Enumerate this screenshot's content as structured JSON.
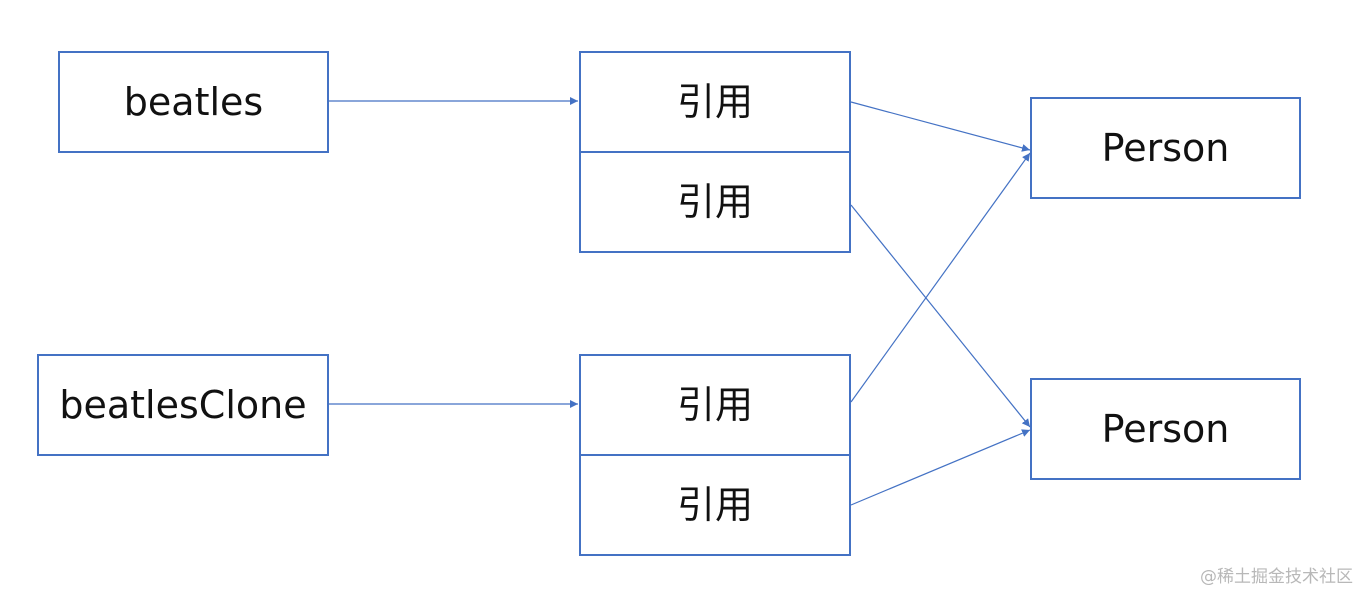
{
  "diagram": {
    "accent_color": "#4472c4",
    "nodes": {
      "beatles": "beatles",
      "beatles_clone": "beatlesClone",
      "ref_a1": "引用",
      "ref_a2": "引用",
      "ref_b1": "引用",
      "ref_b2": "引用",
      "person_top": "Person",
      "person_bottom": "Person"
    },
    "edges": [
      {
        "from": "beatles",
        "to": "ref_a1"
      },
      {
        "from": "beatles_clone",
        "to": "ref_b1"
      },
      {
        "from": "ref_a1",
        "to": "person_top"
      },
      {
        "from": "ref_a2",
        "to": "person_bottom"
      },
      {
        "from": "ref_b1",
        "to": "person_top"
      },
      {
        "from": "ref_b2",
        "to": "person_bottom"
      }
    ]
  },
  "watermark": "@稀土掘金技术社区"
}
